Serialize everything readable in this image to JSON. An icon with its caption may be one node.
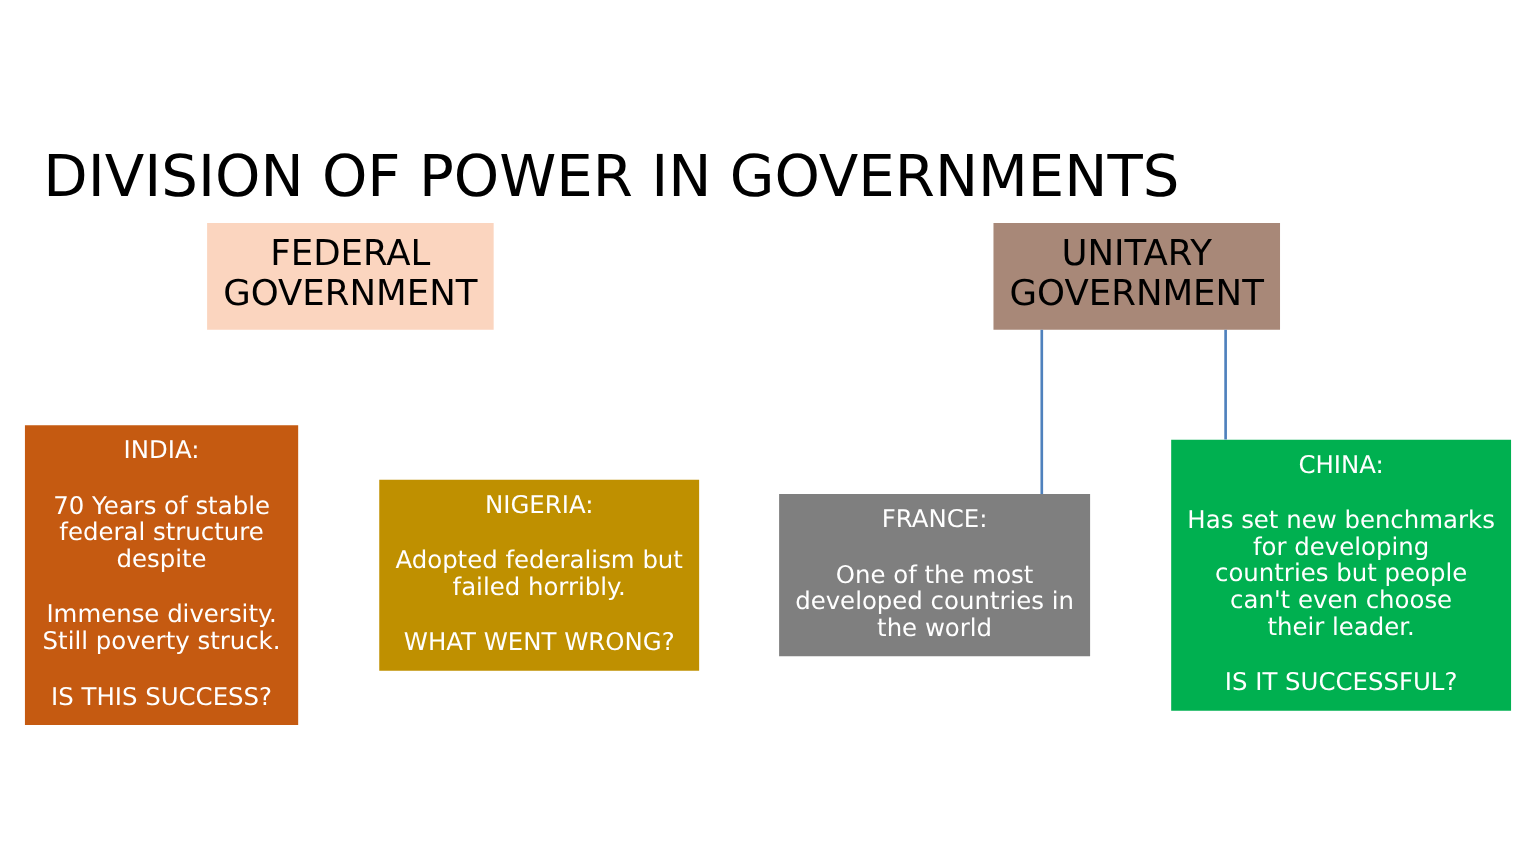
{
  "diagram": {
    "title": "DIVISION OF POWER IN GOVERNMENTS",
    "nodes": [
      {
        "text": [
          "FEDERAL GOVERNMENT"
        ]
      },
      {
        "text": [
          "UNITARY GOVERNMENT"
        ]
      },
      {
        "text": [
          "INDIA:",
          "70 Years of stable federal structure despite",
          "Immense diversity. Still poverty struck.",
          "IS THIS SUCCESS?"
        ]
      },
      {
        "text": [
          "NIGERIA:",
          "Adopted federalism but failed horribly.",
          "WHAT WENT WRONG?"
        ]
      },
      {
        "text": [
          "FRANCE:",
          "One of the most developed countries in the world"
        ]
      },
      {
        "text": [
          "CHINA:",
          "Has set new benchmarks for developing countries but people can't even choose their leader.",
          "IS IT SUCCESSFUL?"
        ]
      }
    ],
    "edges": [
      {
        "from": 1,
        "to": 4,
        "arrow": "none"
      },
      {
        "from": 1,
        "to": 5,
        "arrow": "none"
      }
    ]
  }
}
